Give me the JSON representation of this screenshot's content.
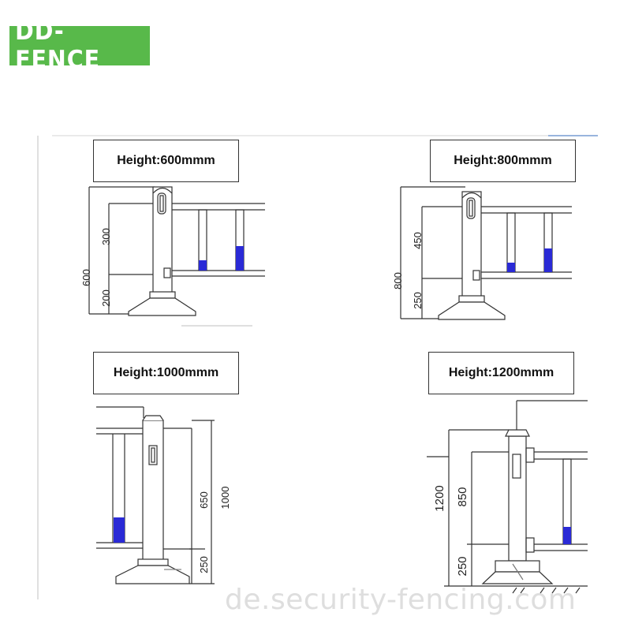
{
  "logo": {
    "text": "DD-FENCE"
  },
  "panels": {
    "p600": {
      "title": "Height:600mmm",
      "dims": [
        "600",
        "300",
        "200"
      ]
    },
    "p800": {
      "title": "Height:800mmm",
      "dims": [
        "800",
        "450",
        "250"
      ]
    },
    "p1000": {
      "title": "Height:1000mmm",
      "dims": [
        "650",
        "1000",
        "250"
      ]
    },
    "p1200": {
      "title": "Height:1200mmm",
      "dims": [
        "1200",
        "850",
        "250"
      ]
    }
  },
  "watermark": "de.security-fencing.com",
  "colors": {
    "brand": "#58b94a",
    "accent": "#2a2ad6",
    "line": "#333333"
  }
}
